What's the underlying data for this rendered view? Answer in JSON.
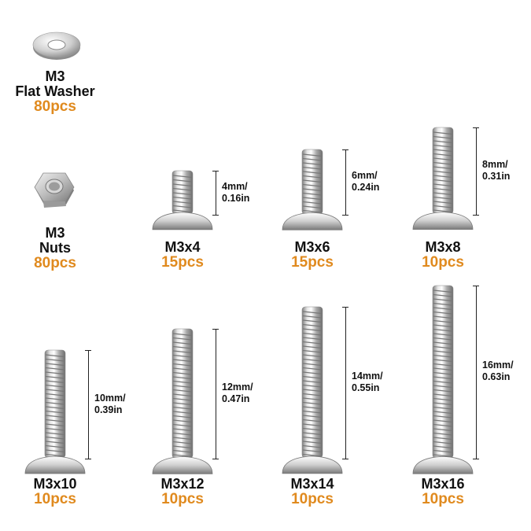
{
  "colors": {
    "quantity": "#e08a1e",
    "text": "#111111",
    "metal_light": "#f2f2f2",
    "metal_dark": "#8a8a8a"
  },
  "washer": {
    "name_line1": "M3",
    "name_line2": "Flat Washer",
    "qty": "80pcs"
  },
  "nut": {
    "name_line1": "M3",
    "name_line2": "Nuts",
    "qty": "80pcs"
  },
  "screws": [
    {
      "name": "M3x4",
      "qty": "15pcs",
      "dim_mm": "4mm/",
      "dim_in": "0.16in",
      "length_mm": 4
    },
    {
      "name": "M3x6",
      "qty": "15pcs",
      "dim_mm": "6mm/",
      "dim_in": "0.24in",
      "length_mm": 6
    },
    {
      "name": "M3x8",
      "qty": "10pcs",
      "dim_mm": "8mm/",
      "dim_in": "0.31in",
      "length_mm": 8
    },
    {
      "name": "M3x10",
      "qty": "10pcs",
      "dim_mm": "10mm/",
      "dim_in": "0.39in",
      "length_mm": 10
    },
    {
      "name": "M3x12",
      "qty": "10pcs",
      "dim_mm": "12mm/",
      "dim_in": "0.47in",
      "length_mm": 12
    },
    {
      "name": "M3x14",
      "qty": "10pcs",
      "dim_mm": "14mm/",
      "dim_in": "0.55in",
      "length_mm": 14
    },
    {
      "name": "M3x16",
      "qty": "10pcs",
      "dim_mm": "16mm/",
      "dim_in": "0.63in",
      "length_mm": 16
    }
  ]
}
